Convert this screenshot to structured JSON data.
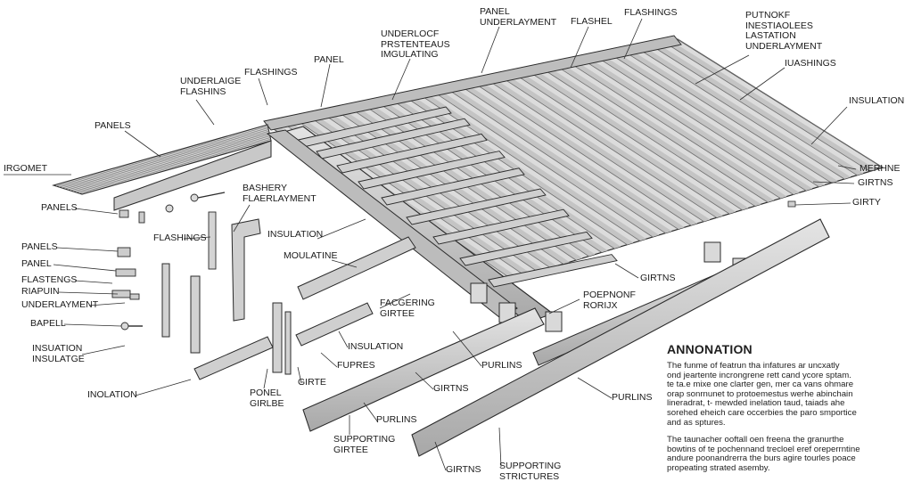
{
  "labels": {
    "underloc_prstenteaus": "UNDERLOCF\nPRSTENTEAUS\nIMGULATING",
    "panel_underlayment": "PANEL\nUNDERLAYMENT",
    "flashel": "FLASHEL",
    "flashings_top": "FLASHINGS",
    "putnokf_block": "PUTNOKF\nINESTIAOLEES\nLASTATION\nUNDERLAYMENT",
    "panel_top": "PANEL",
    "underlaige_flashins": "UNDERLAIGE\nFLASHINS",
    "flashings_mid": "FLASHINGS",
    "iuashings": "IUASHINGS",
    "insulation_right": "INSULATION",
    "panels_left": "PANELS",
    "irgomet": "IRGOMET",
    "merhne": "MERHNE",
    "girtns_right": "GIRTNS",
    "girty": "GIRTY",
    "bashery_flaerlayment": "BASHERY\nFLAERLAYMENT",
    "panels_left2": "PANELS",
    "flashings_small": "FLASHINGS",
    "insulation_mid": "INSULATION",
    "panels_left3": "PANELS",
    "moulatine": "MOULATINE",
    "panel_left": "PANEL",
    "flastengs": "FLASTENGS",
    "riapuin": "RIAPUIN",
    "underlayment_left": "UNDERLAYMENT",
    "girtns_mid": "GIRTNS",
    "poepnonf_rorijx": "POEPNONF\nRORIJX",
    "facgering_girtee": "FACGERING\nGIRTEE",
    "bapell": "BAPELL",
    "insuation_insulatge": "INSUATION\nINSULATGE",
    "insulation_low": "INSULATION",
    "fupres": "FUPRES",
    "purlins_mid": "PURLINS",
    "inolation": "INOLATION",
    "ponel_girlbe": "PONEL\nGIRLBE",
    "girte": "GIRTE",
    "girtns_low": "GIRTNS",
    "purlins_right": "PURLINS",
    "purlins_low": "PURLINS",
    "supporting_girtee": "SUPPORTING\nGIRTEE",
    "girtns_bottom": "GIRTNS",
    "supporting_structures": "SUPPORTING\nSTRICTURES"
  },
  "annotation": {
    "title": "ANNONATION",
    "p1": "The funme of featrun tha infatures ar uncxatly\nond jeartente incrongrene rett cand ycore sptam.\nte ta.e mixe one clarter gen, mer ca vans ohmare\norap sonrnunet to protoemestus werhe abinchain\nlineradrat, t- mewded inelation taud, taiads ahe\nsorehed eheich care occerbies the paro smportice\nand as sptures.",
    "p2": "The taunacher ooftall oen freena the granurthe\nbowtins of te pochennand trecloel eref oreperrntine\nandure poonandrerra the burs agire tourles poace\npropeating strated asemby."
  },
  "colors": {
    "ink": "#2b2b2b",
    "panel_light": "#dcdcdc",
    "panel_mid": "#c4c4c4",
    "steel": "#cfcfcf",
    "steel_dark": "#9a9a9a",
    "leader": "#2f2f2f"
  }
}
